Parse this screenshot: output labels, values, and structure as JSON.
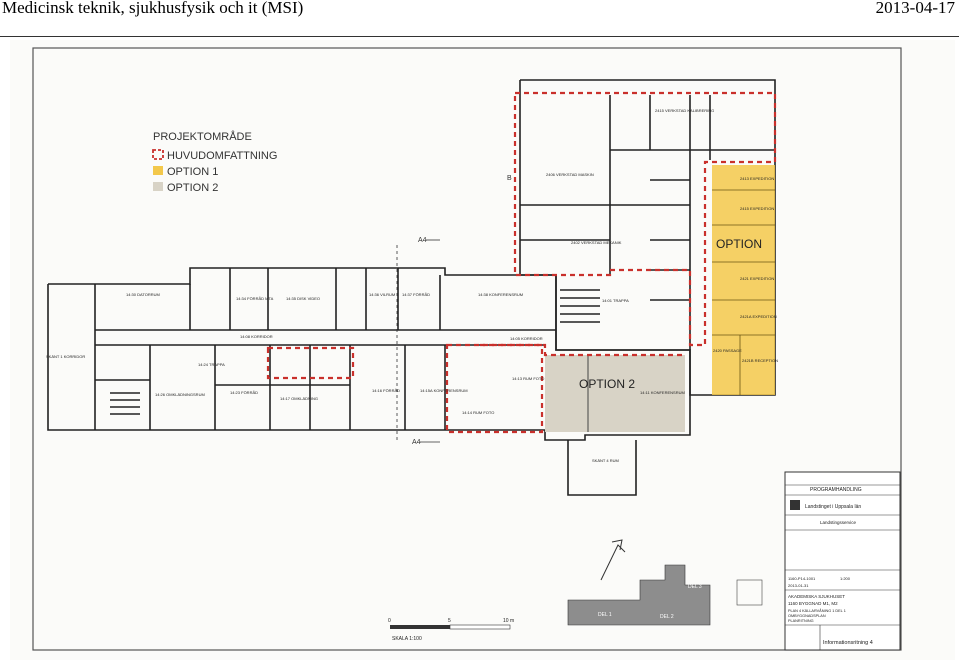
{
  "header": {
    "title": "Medicinsk teknik, sjukhusfysik och it (MSI)",
    "date": "2013-04-17"
  },
  "legend": {
    "title": "PROJEKTOMRÅDE",
    "items": [
      {
        "label": "HUVUDOMFATTNING",
        "style": "dashed-red"
      },
      {
        "label": "OPTION 1",
        "color": "#f3c84b"
      },
      {
        "label": "OPTION 2",
        "color": "#d8d3c6"
      }
    ]
  },
  "zones": {
    "option1_label": "OPTION",
    "option2_label": "OPTION 2"
  },
  "rooms": {
    "r1": "14:30 DATORRUM",
    "r2": "14:34 FÖRRÅD MTA",
    "r3": "14:35 DISK VIDEO",
    "r4": "14:36 VILRUM",
    "r5": "14:37 FÖRRÅD",
    "r6": "14:38 KONFERENSRUM",
    "r7": "14:01 TRAPPA",
    "r8": "14:08 KORRIDOR",
    "r9": "14:05 KORRIDOR",
    "r10": "14:26 OMKLÄDNINGSRUM",
    "r11": "14:23 FÖRRÅD",
    "r12": "14:17 OMKLÄDNING",
    "r13": "14:16 FÖRRÅD",
    "r14": "14:15A KONFERENSRUM",
    "r15": "14:14 RUM FOTO",
    "r16": "14:13 RUM FOTO",
    "r17": "14:11 KONFERENSRUM",
    "r18": "SKÄNT 4 RUM",
    "r19": "2406 VERKSTAD MASKIN",
    "r20": "2402 VERKSTAD MEKANIK",
    "r21": "2415 VERKSTAD KALIBRERING",
    "r22": "2413 EXPEDITION",
    "r23": "2415 EXPEDITION",
    "r24": "2421 EXPEDITION",
    "r25": "2421A EXPEDITION",
    "r26": "2421B RECEPTION",
    "r27": "2420 PASSAGE",
    "r28": "SKÄNT 1 KORRIDOR",
    "r29": "14:24 TRAPPA"
  },
  "titleblock": {
    "heading": "PROGRAMHANDLING",
    "org": "Landstinget i Uppsala län",
    "dept": "Landstingsservice",
    "hospital": "AKADEMISKA SJUKHUSET",
    "building": "1160 BYGGNAD M1, M2",
    "desc1": "PLAN 4 KÄLLARVÅNING 1 DEL 1",
    "desc2": "OMBYGGNADSPLAN",
    "desc3": "PLANRITNING",
    "date": "2013-01-31",
    "scale": "1:200",
    "drawing_id": "1160-P14-1001",
    "stamp": "Informationsritning 4"
  },
  "keyplan": {
    "del1": "DEL 1",
    "del2": "DEL 2",
    "del3": "DEL 3"
  },
  "scale_bar": {
    "label": "SKALA 1:100",
    "ticks": [
      "0",
      "5",
      "10 m"
    ]
  },
  "markers": {
    "a4": "A4",
    "a4b": "A4",
    "b": "B"
  }
}
